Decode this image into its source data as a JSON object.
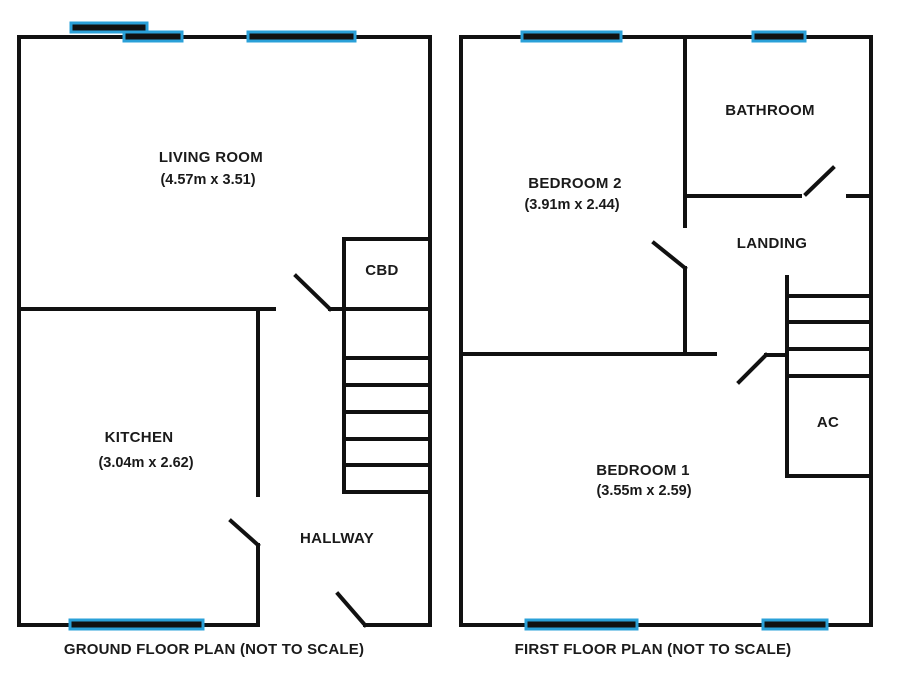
{
  "colors": {
    "wall": "#111111",
    "window": "#2aa0d8",
    "background": "#ffffff"
  },
  "ground_floor": {
    "caption": "GROUND FLOOR PLAN (NOT TO SCALE)",
    "living_room": {
      "name": "LIVING ROOM",
      "dims": "(4.57m x 3.51)"
    },
    "kitchen": {
      "name": "KITCHEN",
      "dims": "(3.04m x 2.62)"
    },
    "cupboard": {
      "name": "CBD"
    },
    "hallway": {
      "name": "HALLWAY"
    }
  },
  "first_floor": {
    "caption": "FIRST FLOOR PLAN (NOT TO SCALE)",
    "bedroom_2": {
      "name": "BEDROOM 2",
      "dims": "(3.91m x 2.44)"
    },
    "bathroom": {
      "name": "BATHROOM"
    },
    "landing": {
      "name": "LANDING"
    },
    "airing_cupboard": {
      "name": "AC"
    },
    "bedroom_1": {
      "name": "BEDROOM 1",
      "dims": "(3.55m x 2.59)"
    }
  }
}
